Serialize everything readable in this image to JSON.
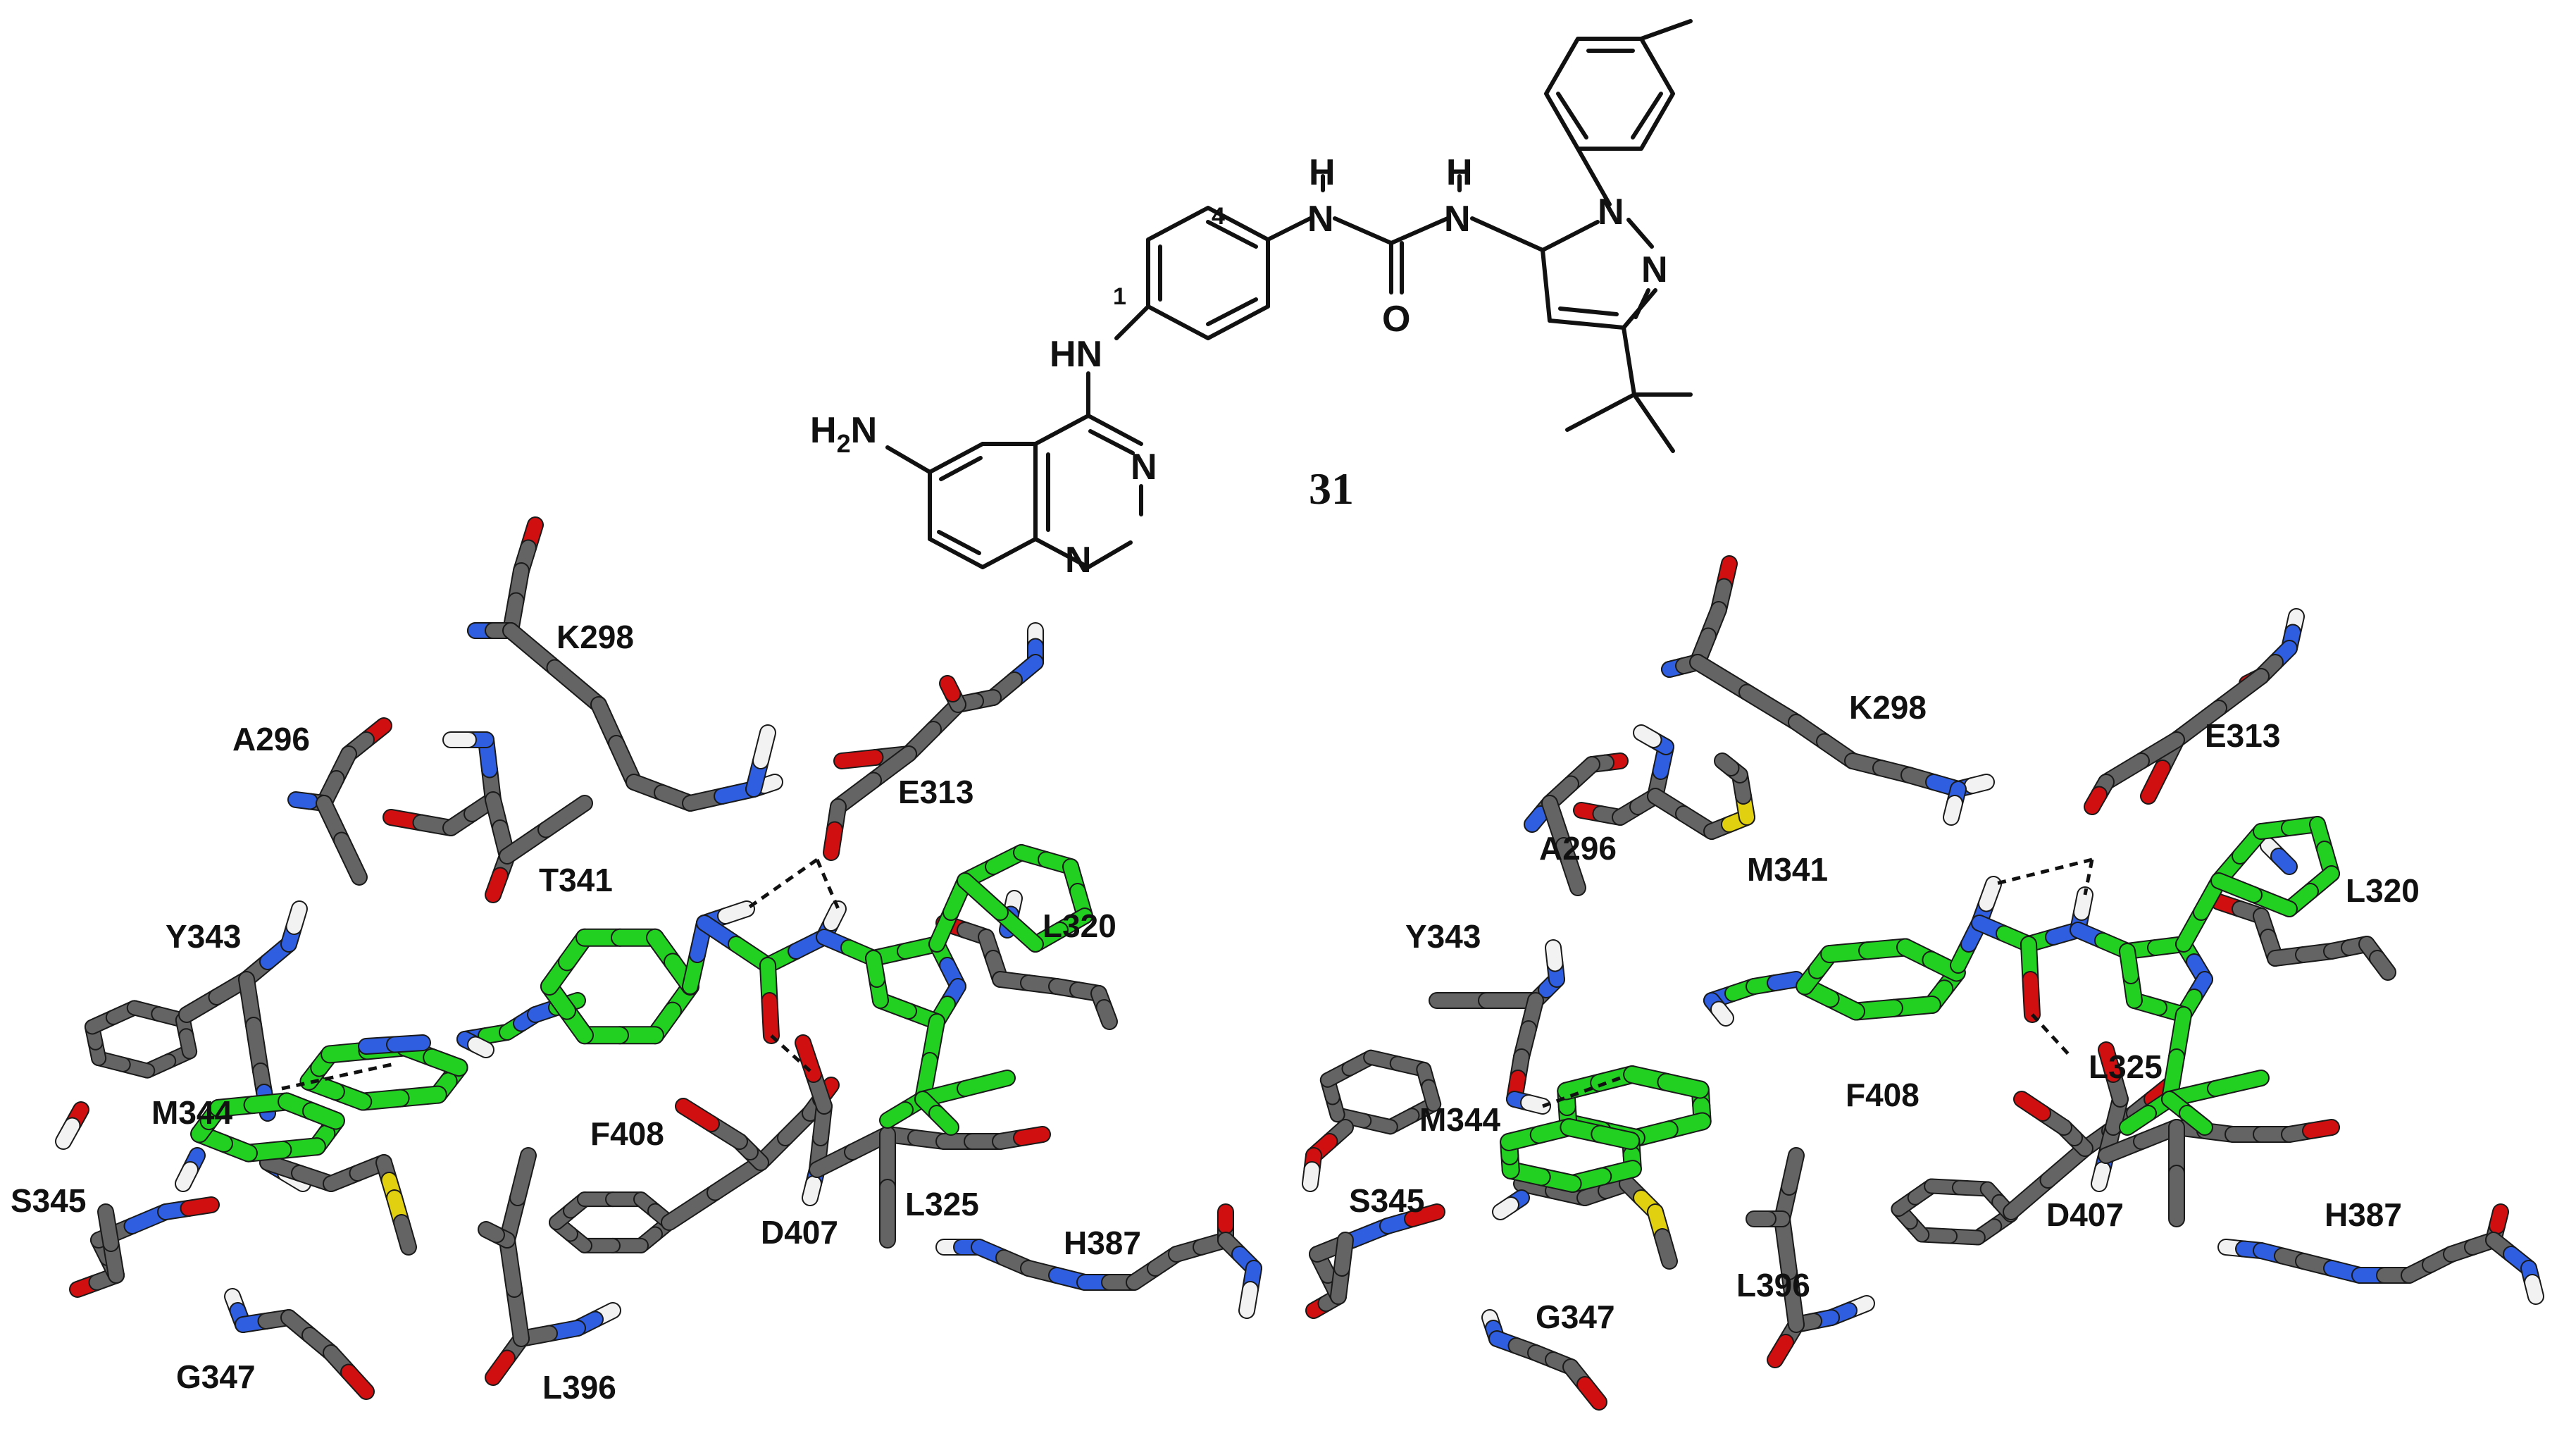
{
  "colors": {
    "carbon_protein": "#646464",
    "carbon_ligand": "#22d022",
    "nitrogen": "#2f5fe0",
    "oxygen": "#d01010",
    "sulfur": "#e0d010",
    "hydrogen": "#f2f2f2",
    "hbond": "#111111"
  },
  "molecule": {
    "compound_number": "31",
    "atom_labels": {
      "h2n": "H₂N",
      "hn": "HN",
      "nh_left": "N",
      "h_left": "H",
      "nh_right": "N",
      "h_right": "H",
      "o": "O",
      "n1_pyrazole": "N",
      "n2_pyrazole": "N",
      "n3_quinazoline": "N",
      "n1_quinazoline": "N"
    },
    "positions": {
      "pos1": "1",
      "pos4": "4"
    }
  },
  "panels": [
    {
      "id": "left",
      "residues": {
        "k298": "K298",
        "a296": "A296",
        "t341": "T341",
        "e313": "E313",
        "y343": "Y343",
        "l320": "L320",
        "m344": "M344",
        "f408": "F408",
        "s345": "S345",
        "d407": "D407",
        "l325": "L325",
        "h387": "H387",
        "g347": "G347",
        "l396": "L396"
      }
    },
    {
      "id": "right",
      "residues": {
        "k298": "K298",
        "e313": "E313",
        "a296": "A296",
        "m341": "M341",
        "l320": "L320",
        "y343": "Y343",
        "l325": "L325",
        "m344": "M344",
        "f408": "F408",
        "s345": "S345",
        "d407": "D407",
        "h387": "H387",
        "g347": "G347",
        "l396": "L396"
      }
    }
  ]
}
